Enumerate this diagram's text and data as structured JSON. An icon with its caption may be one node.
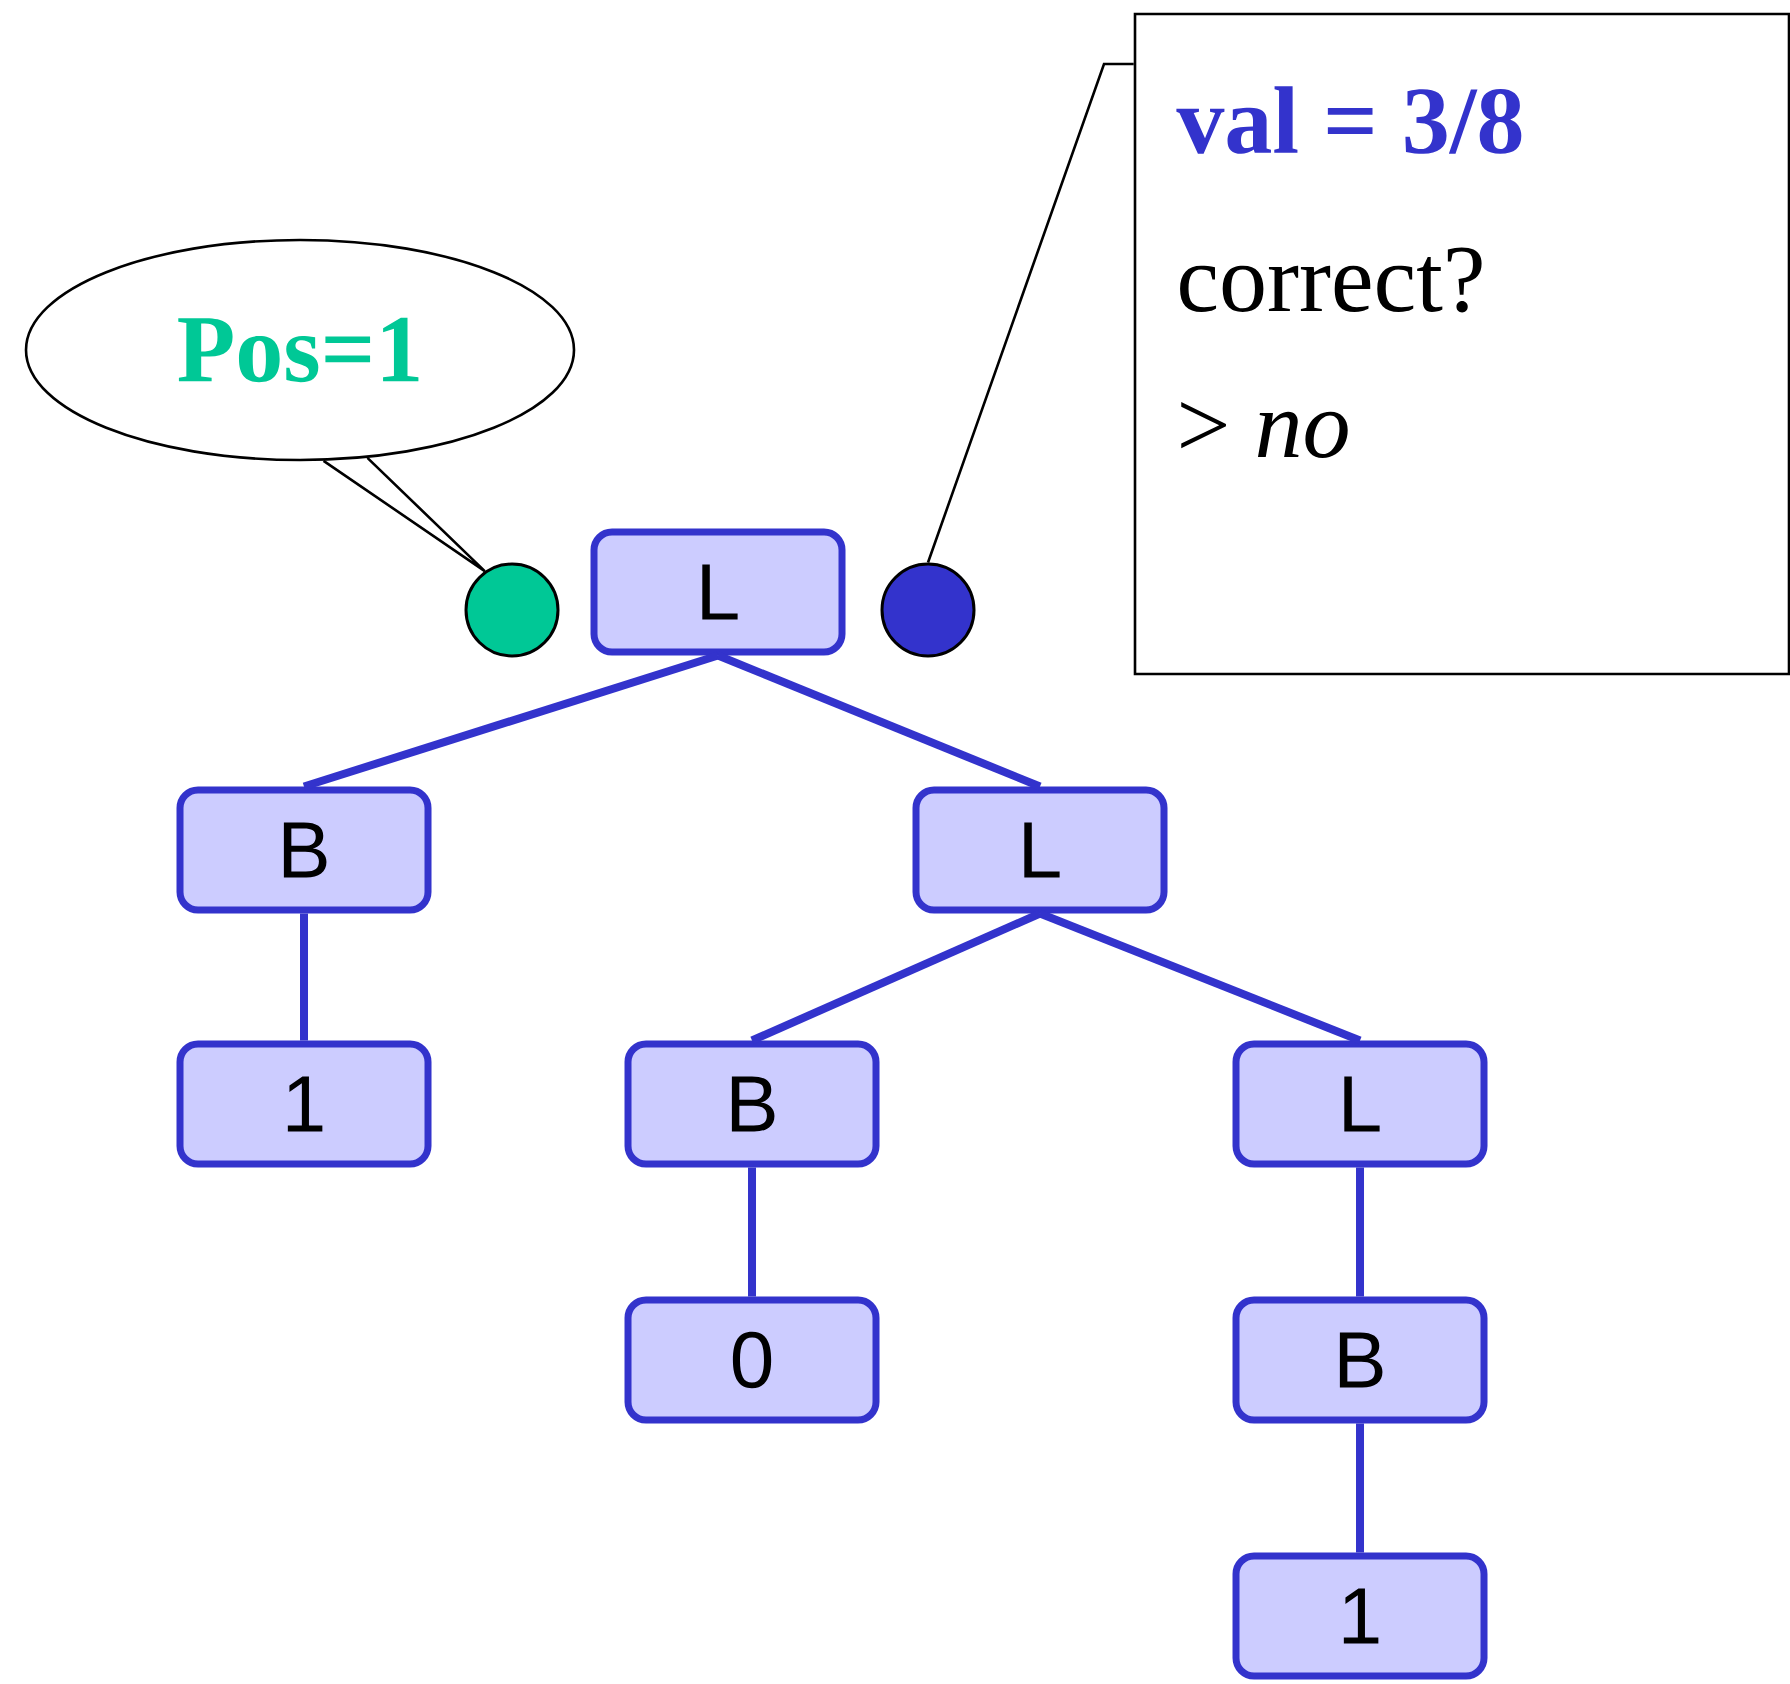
{
  "diagram": {
    "nodes": [
      {
        "text": [
          "Pos=1"
        ]
      },
      {
        "text": [
          "val = 3/8",
          "correct?",
          "> *no*"
        ]
      },
      {
        "text": [],
        "shape": "circle"
      },
      {
        "text": [
          "L"
        ]
      },
      {
        "text": [],
        "shape": "circle"
      },
      {
        "text": [
          "B"
        ]
      },
      {
        "text": [
          "L"
        ]
      },
      {
        "text": [
          "1"
        ]
      },
      {
        "text": [
          "B"
        ]
      },
      {
        "text": [
          "L"
        ]
      },
      {
        "text": [
          "0"
        ]
      },
      {
        "text": [
          "B"
        ]
      },
      {
        "text": [
          "1"
        ]
      }
    ],
    "edges": [
      {
        "from": 0,
        "to": 2,
        "arrow": "none",
        "color": "#000000"
      },
      {
        "from": 1,
        "to": 4,
        "arrow": "none",
        "color": "#000000"
      },
      {
        "from": 3,
        "to": 5,
        "arrow": "none"
      },
      {
        "from": 3,
        "to": 6,
        "arrow": "none"
      },
      {
        "from": 5,
        "to": 7,
        "arrow": "none"
      },
      {
        "from": 6,
        "to": 8,
        "arrow": "none"
      },
      {
        "from": 6,
        "to": 9,
        "arrow": "none"
      },
      {
        "from": 8,
        "to": 10,
        "arrow": "none"
      },
      {
        "from": 9,
        "to": 11,
        "arrow": "none"
      },
      {
        "from": 11,
        "to": 12,
        "arrow": "none"
      }
    ]
  }
}
